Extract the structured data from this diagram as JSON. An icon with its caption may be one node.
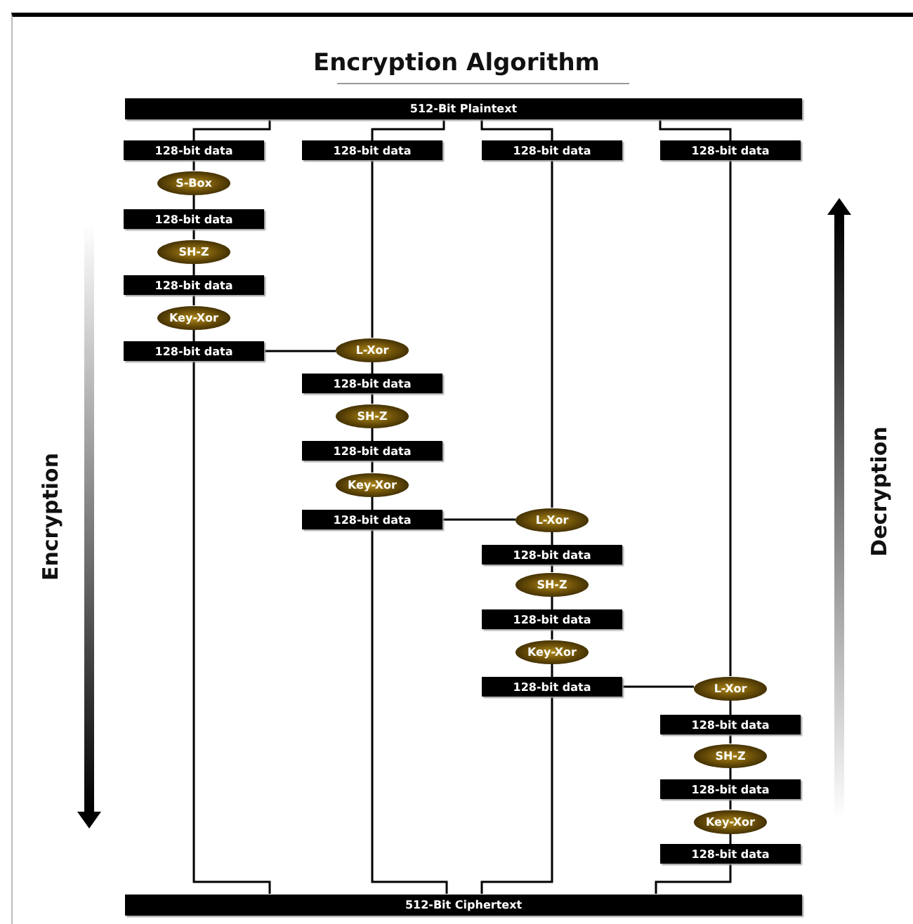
{
  "diagram": {
    "title": "Encryption Algorithm",
    "nodes": [
      {
        "text": [
          "512-Bit Plaintext"
        ]
      },
      {
        "text": [
          "128-bit data"
        ]
      },
      {
        "text": [
          "128-bit data"
        ]
      },
      {
        "text": [
          "128-bit data"
        ]
      },
      {
        "text": [
          "128-bit data"
        ]
      },
      {
        "text": [
          "S-Box"
        ]
      },
      {
        "text": [
          "128-bit data"
        ]
      },
      {
        "text": [
          "SH-Z"
        ]
      },
      {
        "text": [
          "128-bit data"
        ]
      },
      {
        "text": [
          "Key-Xor"
        ]
      },
      {
        "text": [
          "128-bit data"
        ]
      },
      {
        "text": [
          "L-Xor"
        ]
      },
      {
        "text": [
          "128-bit data"
        ]
      },
      {
        "text": [
          "SH-Z"
        ]
      },
      {
        "text": [
          "128-bit data"
        ]
      },
      {
        "text": [
          "Key-Xor"
        ]
      },
      {
        "text": [
          "128-bit data"
        ]
      },
      {
        "text": [
          "L-Xor"
        ]
      },
      {
        "text": [
          "128-bit data"
        ]
      },
      {
        "text": [
          "SH-Z"
        ]
      },
      {
        "text": [
          "128-bit data"
        ]
      },
      {
        "text": [
          "Key-Xor"
        ]
      },
      {
        "text": [
          "128-bit data"
        ]
      },
      {
        "text": [
          "L-Xor"
        ]
      },
      {
        "text": [
          "128-bit data"
        ]
      },
      {
        "text": [
          "SH-Z"
        ]
      },
      {
        "text": [
          "128-bit data"
        ]
      },
      {
        "text": [
          "Key-Xor"
        ]
      },
      {
        "text": [
          "128-bit data"
        ]
      },
      {
        "text": [
          "512-Bit Ciphertext"
        ]
      }
    ],
    "edges": [
      {
        "from": 0,
        "to": 1,
        "arrow": "none"
      },
      {
        "from": 0,
        "to": 2,
        "arrow": "none"
      },
      {
        "from": 0,
        "to": 3,
        "arrow": "none"
      },
      {
        "from": 0,
        "to": 4,
        "arrow": "none"
      },
      {
        "from": 1,
        "to": 5,
        "arrow": "none"
      },
      {
        "from": 5,
        "to": 6,
        "arrow": "none"
      },
      {
        "from": 6,
        "to": 7,
        "arrow": "none"
      },
      {
        "from": 7,
        "to": 8,
        "arrow": "none"
      },
      {
        "from": 8,
        "to": 9,
        "arrow": "none"
      },
      {
        "from": 9,
        "to": 10,
        "arrow": "none"
      },
      {
        "from": 10,
        "to": 11,
        "arrow": "none"
      },
      {
        "from": 2,
        "to": 11,
        "arrow": "none"
      },
      {
        "from": 11,
        "to": 12,
        "arrow": "none"
      },
      {
        "from": 12,
        "to": 13,
        "arrow": "none"
      },
      {
        "from": 13,
        "to": 14,
        "arrow": "none"
      },
      {
        "from": 14,
        "to": 15,
        "arrow": "none"
      },
      {
        "from": 15,
        "to": 16,
        "arrow": "none"
      },
      {
        "from": 16,
        "to": 17,
        "arrow": "none"
      },
      {
        "from": 3,
        "to": 17,
        "arrow": "none"
      },
      {
        "from": 17,
        "to": 18,
        "arrow": "none"
      },
      {
        "from": 18,
        "to": 19,
        "arrow": "none"
      },
      {
        "from": 19,
        "to": 20,
        "arrow": "none"
      },
      {
        "from": 20,
        "to": 21,
        "arrow": "none"
      },
      {
        "from": 21,
        "to": 22,
        "arrow": "none"
      },
      {
        "from": 22,
        "to": 23,
        "arrow": "none"
      },
      {
        "from": 4,
        "to": 23,
        "arrow": "none"
      },
      {
        "from": 23,
        "to": 24,
        "arrow": "none"
      },
      {
        "from": 24,
        "to": 25,
        "arrow": "none"
      },
      {
        "from": 25,
        "to": 26,
        "arrow": "none"
      },
      {
        "from": 26,
        "to": 27,
        "arrow": "none"
      },
      {
        "from": 27,
        "to": 28,
        "arrow": "none"
      },
      {
        "from": 10,
        "to": 29,
        "arrow": "none"
      },
      {
        "from": 16,
        "to": 29,
        "arrow": "none"
      },
      {
        "from": 22,
        "to": 29,
        "arrow": "none"
      },
      {
        "from": 28,
        "to": 29,
        "arrow": "none"
      }
    ],
    "labels": [
      "Encryption",
      "Decryption"
    ]
  }
}
